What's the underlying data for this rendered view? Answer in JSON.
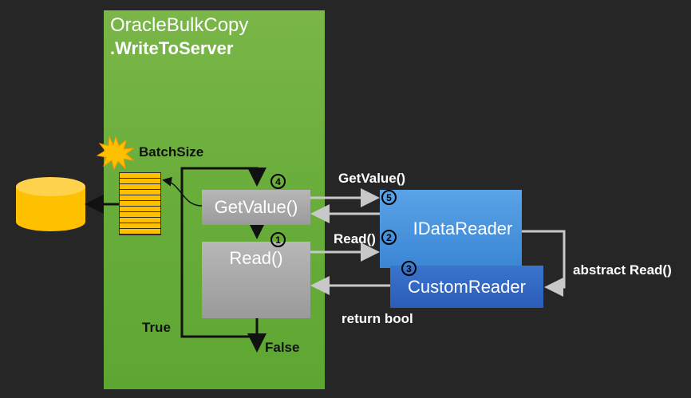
{
  "title": {
    "line1": "OracleBulkCopy",
    "line2": ".WriteToServer"
  },
  "labels": {
    "batch_size": "BatchSize",
    "getvalue_call": "GetValue()",
    "read_call": "Read()",
    "abstract_read": "abstract Read()",
    "return_bool": "return bool",
    "true_label": "True",
    "false_label": "False"
  },
  "boxes": {
    "getvalue": "GetValue()",
    "read": "Read()",
    "idatareader": "IDataReader",
    "customreader": "CustomReader"
  },
  "steps": {
    "one": "1",
    "two": "2",
    "three": "3",
    "four": "4",
    "five": "5"
  },
  "colors": {
    "background": "#262626",
    "panel_green": "#6aae3c",
    "box_gray": "#a6a6a6",
    "idatareader_blue": "#4a96df",
    "customreader_blue": "#2f66c2",
    "database_yellow": "#ffc000",
    "batch_star": "#ffc000"
  }
}
